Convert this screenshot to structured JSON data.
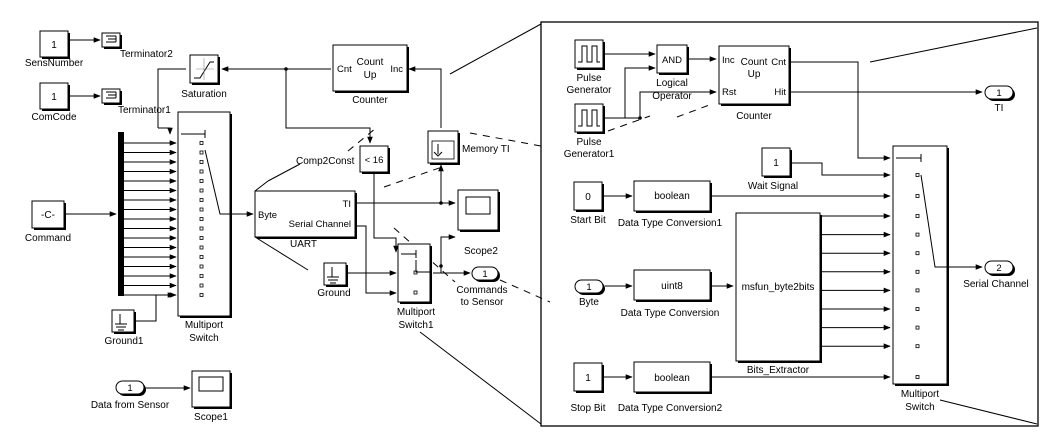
{
  "blocks": {
    "sens_number": {
      "value": "1",
      "label": "SensNumber"
    },
    "terminator2": {
      "label": "Terminator2"
    },
    "com_code": {
      "value": "1",
      "label": "ComCode"
    },
    "terminator1": {
      "label": "Terminator1"
    },
    "saturation": {
      "label": "Saturation"
    },
    "counter_left": {
      "line1": "Count",
      "line2": "Up",
      "cnt": "Cnt",
      "inc": "Inc",
      "label": "Counter"
    },
    "command": {
      "value": "-C-",
      "label": "Command"
    },
    "multiport_switch": {
      "label1": "Multiport",
      "label2": "Switch"
    },
    "ground1": {
      "label": "Ground1"
    },
    "comp2const": {
      "text": "< 16",
      "label": "Comp2Const"
    },
    "memory_ti": {
      "label": "Memory TI"
    },
    "uart": {
      "byte": "Byte",
      "ti": "TI",
      "serial": "Serial Channel",
      "label": "UART"
    },
    "scope2": {
      "label": "Scope2"
    },
    "ground": {
      "label": "Ground"
    },
    "multiport_switch1": {
      "label1": "Multiport",
      "label2": "Switch1"
    },
    "commands_out": {
      "port": "1",
      "label1": "Commands",
      "label2": "to Sensor"
    },
    "data_from_sensor": {
      "port": "1",
      "label": "Data from Sensor"
    },
    "scope1": {
      "label": "Scope1"
    },
    "pulse_gen": {
      "label1": "Pulse",
      "label2": "Generator"
    },
    "pulse_gen1": {
      "label1": "Pulse",
      "label2": "Generator1"
    },
    "logical_op": {
      "text": "AND",
      "label1": "Logical",
      "label2": "Operator"
    },
    "counter_right": {
      "line1": "Count",
      "line2": "Up",
      "inc": "Inc",
      "rst": "Rst",
      "cnt": "Cnt",
      "hit": "Hit",
      "label": "Counter"
    },
    "ti_out": {
      "port": "1",
      "label": "TI"
    },
    "wait_signal": {
      "value": "1",
      "label": "Wait Signal"
    },
    "start_bit": {
      "value": "0",
      "label": "Start Bit"
    },
    "dtc1": {
      "text": "boolean",
      "label": "Data Type Conversion1"
    },
    "byte_in": {
      "port": "1",
      "label": "Byte"
    },
    "dtc": {
      "text": "uint8",
      "label": "Data Type Conversion"
    },
    "bits_extractor": {
      "text": "msfun_byte2bits",
      "label": "Bits_Extractor"
    },
    "stop_bit": {
      "value": "1",
      "label": "Stop Bit"
    },
    "dtc2": {
      "text": "boolean",
      "label": "Data Type Conversion2"
    },
    "multiport_switch_r": {
      "label1": "Multiport",
      "label2": "Switch"
    },
    "serial_out": {
      "port": "2",
      "label": "Serial Channel"
    }
  }
}
